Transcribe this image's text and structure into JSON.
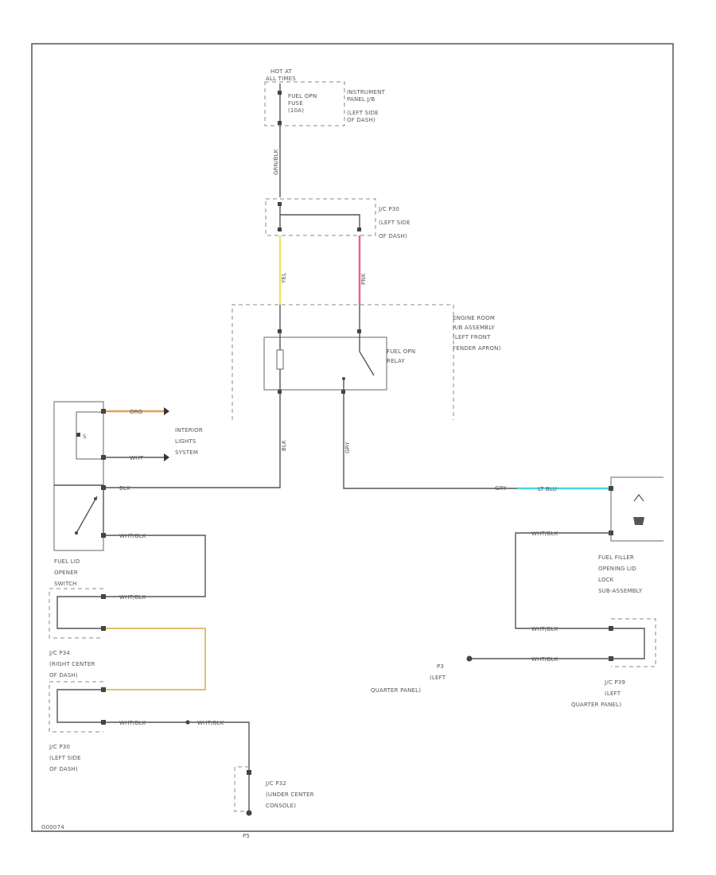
{
  "power": {
    "hot_at": [
      "HOT AT",
      "ALL TIMES"
    ],
    "fuse": [
      "FUEL OPN",
      "FUSE",
      "(10A)"
    ],
    "instrument_jb": [
      "INSTRUMENT",
      "PANEL J/B",
      "(LEFT SIDE",
      "OF DASH)"
    ]
  },
  "junctions": {
    "jc_top": [
      "J/C P30",
      "(LEFT SIDE",
      "OF DASH)"
    ],
    "engine_room_rb": [
      "ENGINE ROOM",
      "R/B ASSEMBLY",
      "(LEFT FRONT",
      "FENDER APRON)"
    ],
    "jc_right_center": [
      "J/C P34",
      "(RIGHT CENTER",
      "OF DASH)"
    ],
    "jc_left_side": [
      "J/C P30",
      "(LEFT SIDE",
      "OF DASH)"
    ],
    "jc_under_console": [
      "J/C P32",
      "(UNDER CENTER",
      "CONSOLE)"
    ],
    "jc_quarter": [
      "J/C P39",
      "(LEFT",
      "QUARTER PANEL)"
    ]
  },
  "components": {
    "relay": [
      "FUEL OPN",
      "RELAY"
    ],
    "interior_lights": [
      "INTERIOR",
      "LIGHTS",
      "SYSTEM"
    ],
    "lid_switch": [
      "FUEL LID",
      "OPENER",
      "SWITCH"
    ],
    "filler_lock": [
      "FUEL FILLER",
      "OPENING LID",
      "LOCK",
      "SUB-ASSEMBLY"
    ]
  },
  "grounds": {
    "p3": [
      "P3",
      "(LEFT",
      "QUARTER PANEL)"
    ],
    "g_bottom": "P5"
  },
  "wires": {
    "grn_blk": "GRN/BLK",
    "yel": "YEL",
    "pnk": "PNK",
    "blk": "BLK",
    "gry": "GRY",
    "org": "ORG",
    "wht": "WHT",
    "wht_blk": "WHT/BLK",
    "lt_blu": "LT BLU"
  },
  "pins": {
    "s_switch": "S"
  },
  "footer": {
    "code": "G00074"
  },
  "colors": {
    "yel_wire": "#e8e860",
    "pnk_wire": "#e8608a",
    "org_wire": "#e8a050",
    "blu_wire": "#40d8e8",
    "tan_wire": "#e0c070"
  }
}
